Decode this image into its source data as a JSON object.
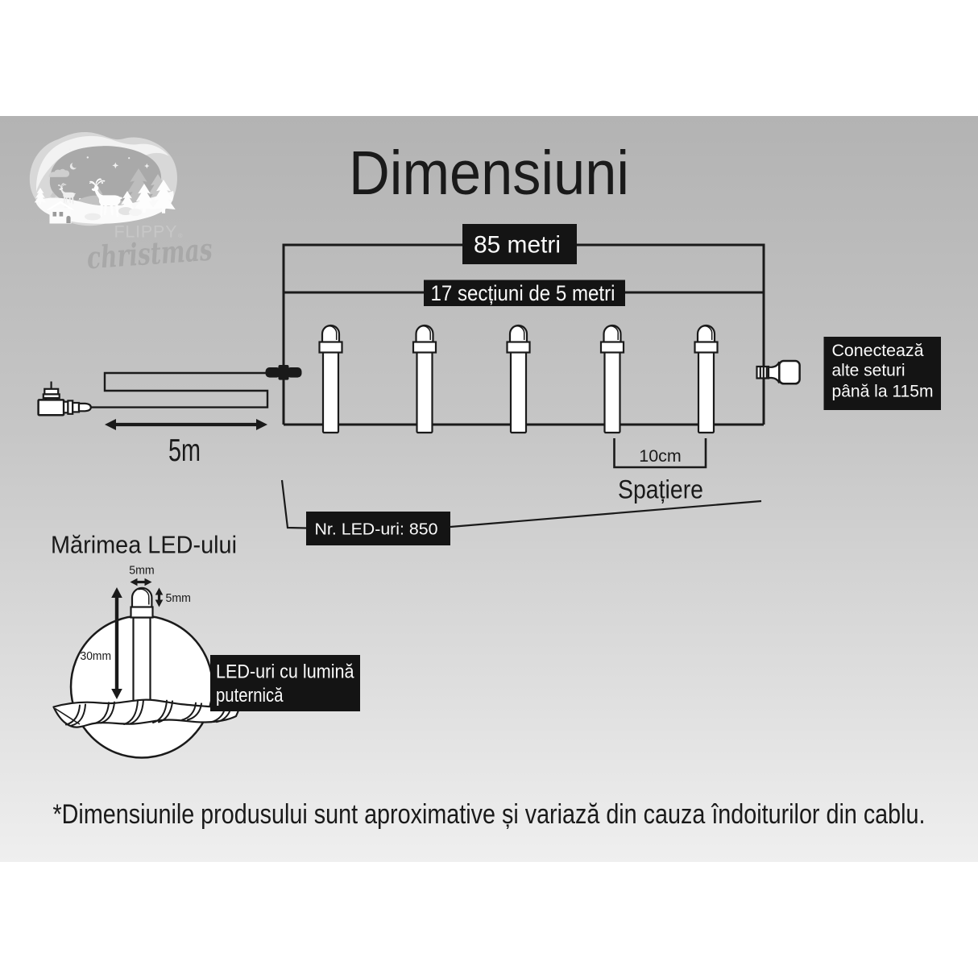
{
  "title": "Dimensiuni",
  "logo": {
    "brand": "FLIPPY",
    "registered": "®",
    "script_word": "christmas"
  },
  "string_diagram": {
    "total_length_label": "85 metri",
    "sections_label": "17 secțiuni de 5 metri",
    "lead_length_label": "5m",
    "connector_note_lines": [
      "Conectează",
      "alte seturi",
      "până la 115m"
    ],
    "led_count_label": "Nr. LED-uri: 850",
    "spacing_value_label": "10cm",
    "spacing_word_label": "Spațiere"
  },
  "led_size_diagram": {
    "heading": "Mărimea LED-ului",
    "bulb_width_label": "5mm",
    "bulb_height_label": "5mm",
    "led_length_label": "30mm",
    "note_lines": [
      "LED-uri cu lumină",
      "puternică"
    ]
  },
  "footnote": "*Dimensiunile produsului sunt aproximative și variază din cauza îndoiturilor din cablu.",
  "colors": {
    "background_top": "#b3b3b3",
    "background_bottom": "#efefef",
    "panel_black": "#141414",
    "ink": "#1a1a1a",
    "text_on_black": "#fafafa"
  }
}
